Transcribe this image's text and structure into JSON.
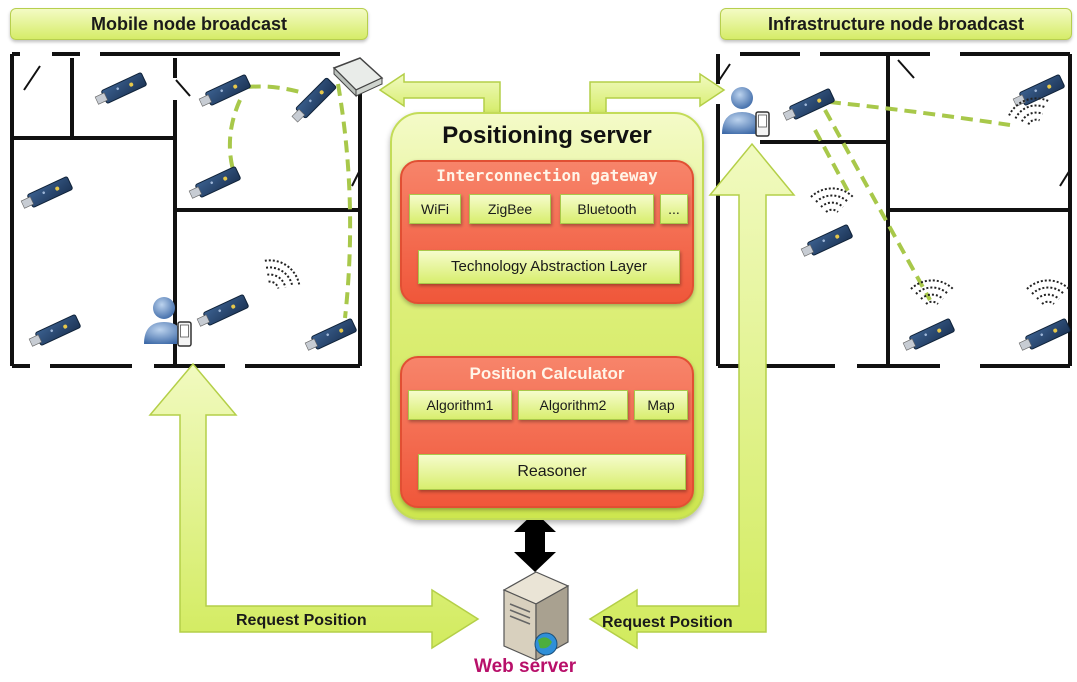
{
  "headers": {
    "mobile": "Mobile node broadcast",
    "infrastructure": "Infrastructure node broadcast"
  },
  "server": {
    "title": "Positioning server",
    "gateway": {
      "title": "Interconnection gateway",
      "technologies": [
        "WiFi",
        "ZigBee",
        "Bluetooth",
        "..."
      ],
      "layer": "Technology Abstraction Layer"
    },
    "calculator": {
      "title": "Position Calculator",
      "modules": [
        "Algorithm1",
        "Algorithm2",
        "Map"
      ],
      "reasoner": "Reasoner"
    }
  },
  "requests": {
    "left": "Request Position",
    "right": "Request Position"
  },
  "web_server": "Web server",
  "colors": {
    "arrow_green": "#d9ef6f",
    "panel_red": "#f0573a",
    "box_yellow": "#e2f28a",
    "link_dashed": "#a8c84a",
    "web_label": "#b8106a"
  }
}
